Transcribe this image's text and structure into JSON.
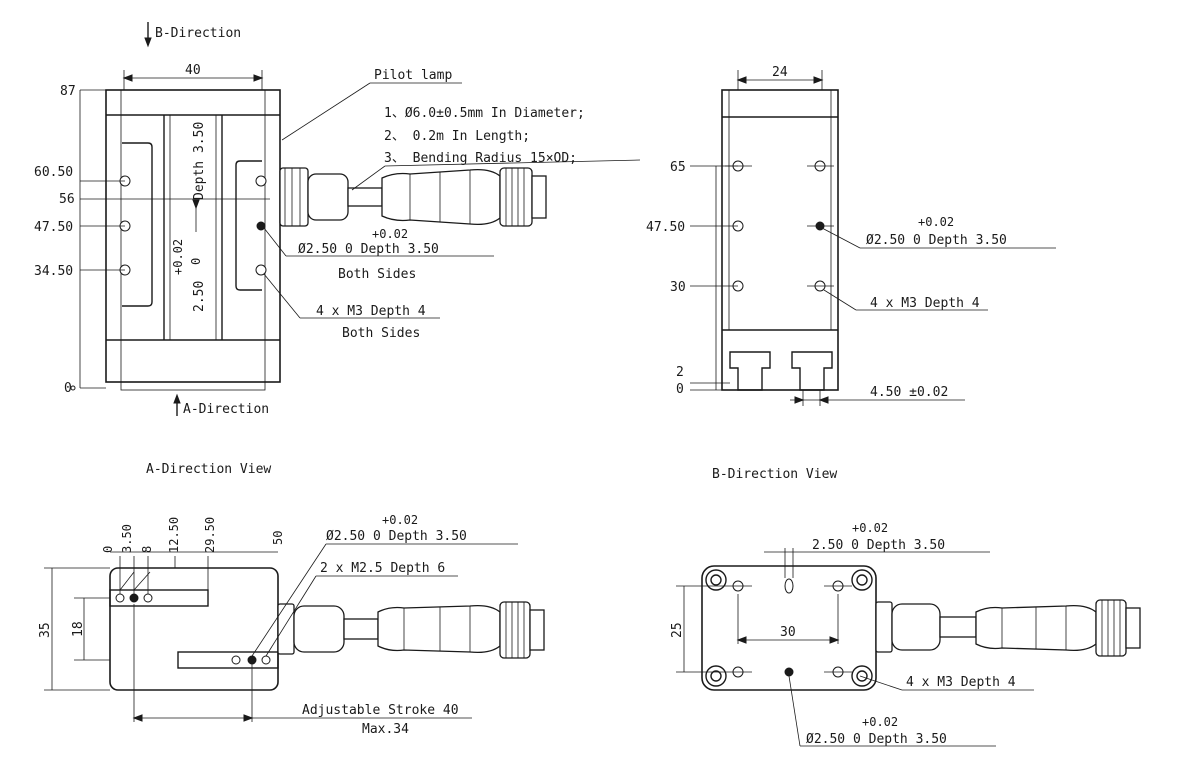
{
  "directions": {
    "b_direction": "B-Direction",
    "a_direction": "A-Direction"
  },
  "front_view": {
    "width_dim": "40",
    "height_labels": [
      "87",
      "60.50",
      "56",
      "47.50",
      "34.50",
      "0"
    ],
    "slot_depth": "Depth 3.50",
    "slot_tol": "+0.02",
    "slot_tol_zero": "0",
    "slot_width": "2.50"
  },
  "pilot_lamp": {
    "title": "Pilot lamp",
    "notes": [
      "1、Ø6.0±0.5mm In Diameter;",
      "2、 0.2m In Length;",
      "3、 Bending Radius 15×OD;"
    ]
  },
  "front_callouts": {
    "pin_tol": "+0.02",
    "pin_spec": "Ø2.50  0    Depth 3.50",
    "pin_sides": "Both Sides",
    "thread_spec": "4 x M3 Depth 4",
    "thread_sides": "Both Sides"
  },
  "side_view": {
    "width_dim": "24",
    "height_labels": [
      "65",
      "47.50",
      "30",
      "2",
      "0"
    ],
    "pin_tol": "+0.02",
    "pin_spec": "Ø2.50  0    Depth 3.50",
    "thread_spec": "4 x M3 Depth 4",
    "slot_dim": "4.50 ±0.02"
  },
  "a_view": {
    "title": "A-Direction View",
    "top_ticks": [
      "0",
      "3.50",
      "8",
      "12.50",
      "29.50",
      "50"
    ],
    "height_outer": "35",
    "height_inner": "18",
    "pin_tol": "+0.02",
    "pin_spec": "Ø2.50  0      Depth 3.50",
    "thread_spec": "2 x M2.5 Depth 6",
    "stroke_label": "Adjustable Stroke 40",
    "stroke_max": "Max.34"
  },
  "b_view": {
    "title": "B-Direction View",
    "top_tol": "+0.02",
    "top_spec": "2.50  0      Depth 3.50",
    "height_dim": "25",
    "spacing_dim": "30",
    "thread_spec": "4 x  M3 Depth 4",
    "bottom_tol": "+0.02",
    "bottom_spec": "Ø2.50  0      Depth 3.50"
  }
}
